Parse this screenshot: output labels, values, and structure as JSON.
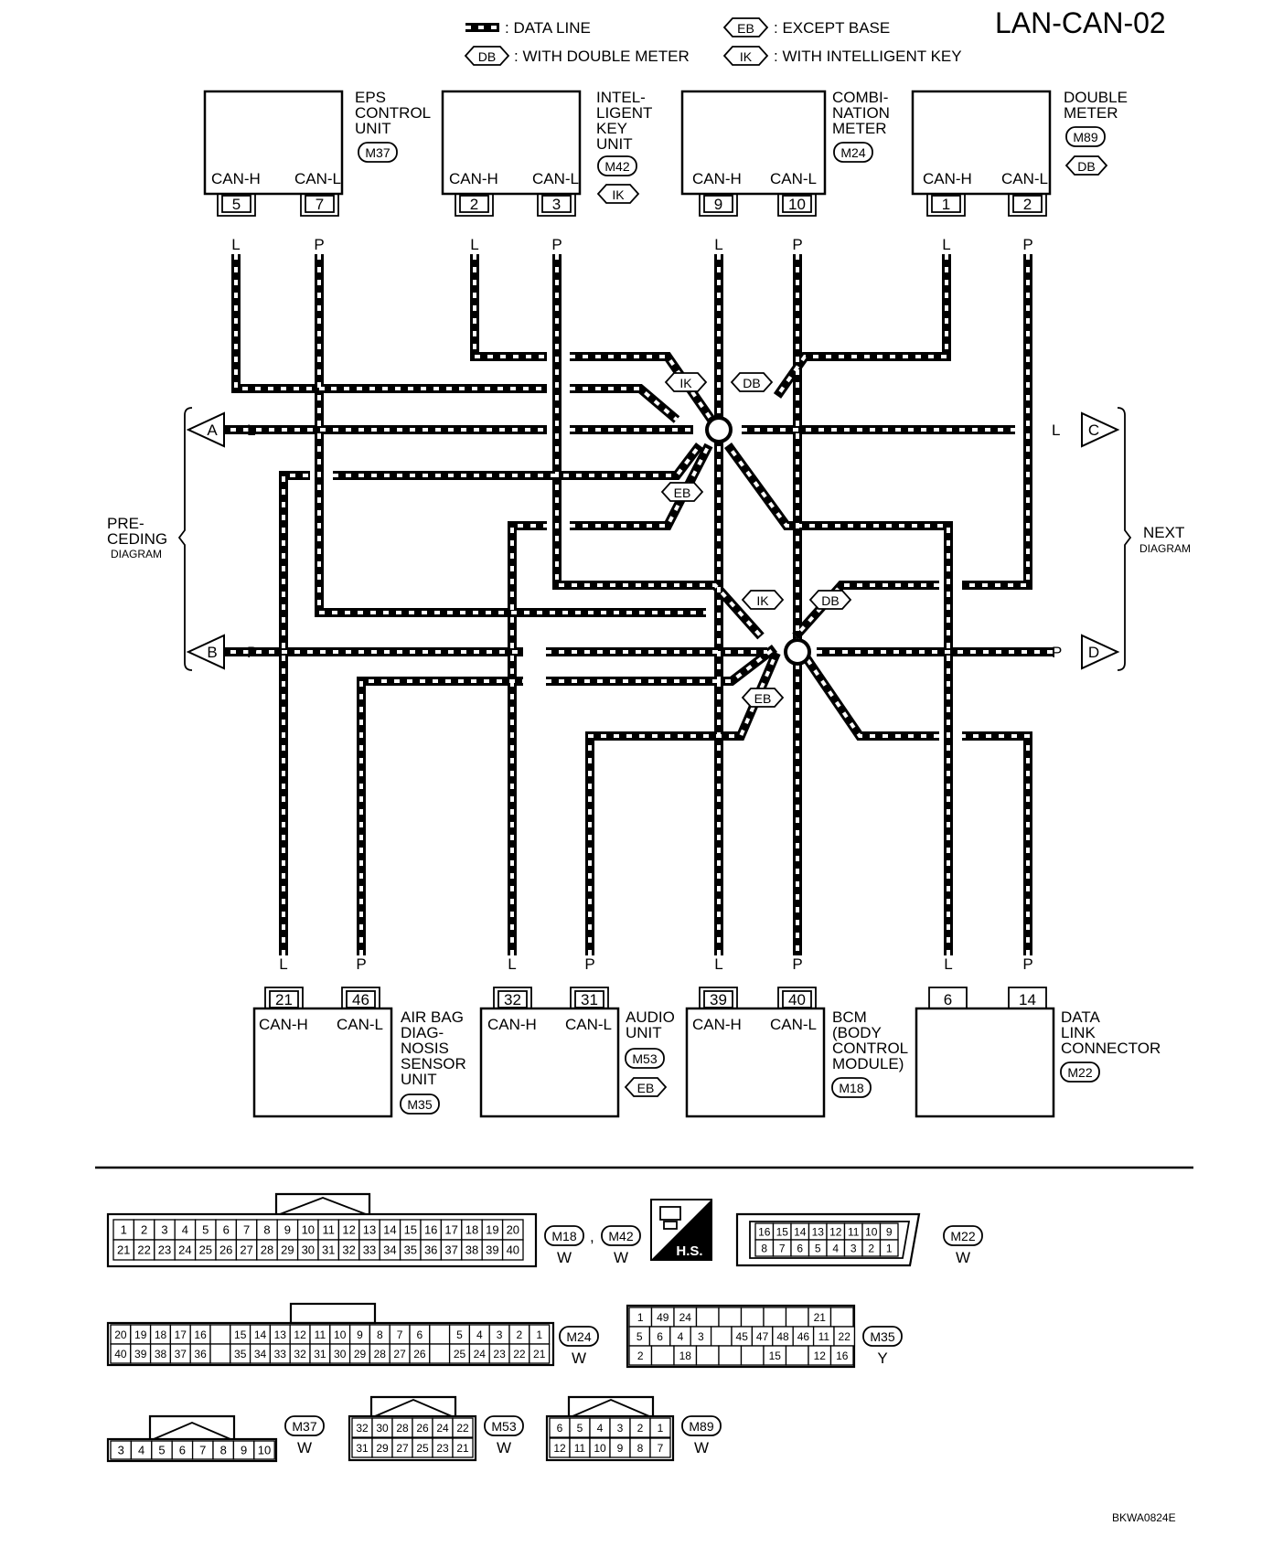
{
  "title": "LAN-CAN-02",
  "legend": {
    "data_line": ": DATA LINE",
    "eb_tag": "EB",
    "eb_text": ": EXCEPT BASE",
    "db_tag": "DB",
    "db_text": ": WITH DOUBLE METER",
    "ik_tag": "IK",
    "ik_text": ": WITH INTELLIGENT KEY"
  },
  "units_top": [
    {
      "name": [
        "EPS",
        "CONTROL",
        "UNIT"
      ],
      "connector": "M37",
      "option": "",
      "h_label": "CAN-H",
      "l_label": "CAN-L",
      "h_pin": "5",
      "l_pin": "7",
      "h_wire": "L",
      "l_wire": "P"
    },
    {
      "name": [
        "INTEL-",
        "LIGENT",
        "KEY",
        "UNIT"
      ],
      "connector": "M42",
      "option": "IK",
      "h_label": "CAN-H",
      "l_label": "CAN-L",
      "h_pin": "2",
      "l_pin": "3",
      "h_wire": "L",
      "l_wire": "P"
    },
    {
      "name": [
        "COMBI-",
        "NATION",
        "METER"
      ],
      "connector": "M24",
      "option": "",
      "h_label": "CAN-H",
      "l_label": "CAN-L",
      "h_pin": "9",
      "l_pin": "10",
      "h_wire": "L",
      "l_wire": "P"
    },
    {
      "name": [
        "DOUBLE",
        "METER"
      ],
      "connector": "M89",
      "option": "DB",
      "h_label": "CAN-H",
      "l_label": "CAN-L",
      "h_pin": "1",
      "l_pin": "2",
      "h_wire": "L",
      "l_wire": "P"
    }
  ],
  "units_bottom": [
    {
      "name": [
        "AIR BAG",
        "DIAG-",
        "NOSIS",
        "SENSOR",
        "UNIT"
      ],
      "connector": "M35",
      "option": "",
      "h_label": "CAN-H",
      "l_label": "CAN-L",
      "h_pin": "21",
      "l_pin": "46",
      "h_wire": "L",
      "l_wire": "P"
    },
    {
      "name": [
        "AUDIO",
        "UNIT"
      ],
      "connector": "M53",
      "option": "EB",
      "h_label": "CAN-H",
      "l_label": "CAN-L",
      "h_pin": "32",
      "l_pin": "31",
      "h_wire": "L",
      "l_wire": "P"
    },
    {
      "name": [
        "BCM",
        "(BODY",
        "CONTROL",
        "MODULE)"
      ],
      "connector": "M18",
      "option": "",
      "h_label": "CAN-H",
      "l_label": "CAN-L",
      "h_pin": "39",
      "l_pin": "40",
      "h_wire": "L",
      "l_wire": "P"
    },
    {
      "name": [
        "DATA",
        "LINK",
        "CONNECTOR"
      ],
      "connector": "M22",
      "option": "",
      "h_label": "",
      "l_label": "",
      "h_pin": "6",
      "l_pin": "14",
      "h_wire": "L",
      "l_wire": "P"
    }
  ],
  "junction_tags": {
    "upper": [
      "IK",
      "DB",
      "EB"
    ],
    "lower": [
      "IK",
      "DB",
      "EB"
    ]
  },
  "side": {
    "left_label": [
      "PRE-",
      "CEDING"
    ],
    "left_small": "DIAGRAM",
    "right_label": "NEXT",
    "right_small": "DIAGRAM",
    "A": "A",
    "B": "B",
    "C": "C",
    "D": "D",
    "L": "L",
    "P": "P"
  },
  "connectors": {
    "m18_m42": {
      "row1": [
        "1",
        "2",
        "3",
        "4",
        "5",
        "6",
        "7",
        "8",
        "9",
        "10",
        "11",
        "12",
        "13",
        "14",
        "15",
        "16",
        "17",
        "18",
        "19",
        "20"
      ],
      "row2": [
        "21",
        "22",
        "23",
        "24",
        "25",
        "26",
        "27",
        "28",
        "29",
        "30",
        "31",
        "32",
        "33",
        "34",
        "35",
        "36",
        "37",
        "38",
        "39",
        "40"
      ],
      "tag1": "M18",
      "color1": "W",
      "sep": ",",
      "tag2": "M42",
      "color2": "W"
    },
    "hs_label": "H.S.",
    "m22": {
      "row1": [
        "16",
        "15",
        "14",
        "13",
        "12",
        "11",
        "10",
        "9"
      ],
      "row2": [
        "8",
        "7",
        "6",
        "5",
        "4",
        "3",
        "2",
        "1"
      ],
      "tag": "M22",
      "color": "W"
    },
    "m24": {
      "row1": [
        "20",
        "19",
        "18",
        "17",
        "16",
        "",
        "15",
        "14",
        "13",
        "12",
        "11",
        "10",
        "9",
        "8",
        "7",
        "6",
        "",
        "5",
        "4",
        "3",
        "2",
        "1"
      ],
      "row2": [
        "40",
        "39",
        "38",
        "37",
        "36",
        "",
        "35",
        "34",
        "33",
        "32",
        "31",
        "30",
        "29",
        "28",
        "27",
        "26",
        "",
        "25",
        "24",
        "23",
        "22",
        "21"
      ],
      "tag": "M24",
      "color": "W"
    },
    "m35": {
      "row0": [
        "1",
        "49",
        "24",
        "",
        "",
        "",
        "",
        "",
        "21",
        ""
      ],
      "row1": [
        "5",
        "6",
        "4",
        "3",
        "",
        "45",
        "47",
        "48",
        "46",
        "11",
        "22"
      ],
      "row2": [
        "2",
        "",
        "18",
        "",
        "",
        "",
        "15",
        "",
        "12",
        "16"
      ],
      "tag": "M35",
      "color": "Y"
    },
    "m37": {
      "row": [
        "3",
        "4",
        "5",
        "6",
        "7",
        "8",
        "9",
        "10"
      ],
      "tag": "M37",
      "color": "W"
    },
    "m53": {
      "row1": [
        "32",
        "30",
        "28",
        "26",
        "24",
        "22"
      ],
      "row2": [
        "31",
        "29",
        "27",
        "25",
        "23",
        "21"
      ],
      "tag": "M53",
      "color": "W"
    },
    "m89": {
      "row1": [
        "6",
        "5",
        "4",
        "3",
        "2",
        "1"
      ],
      "row2": [
        "12",
        "11",
        "10",
        "9",
        "8",
        "7"
      ],
      "tag": "M89",
      "color": "W"
    }
  },
  "footer_code": "BKWA0824E"
}
